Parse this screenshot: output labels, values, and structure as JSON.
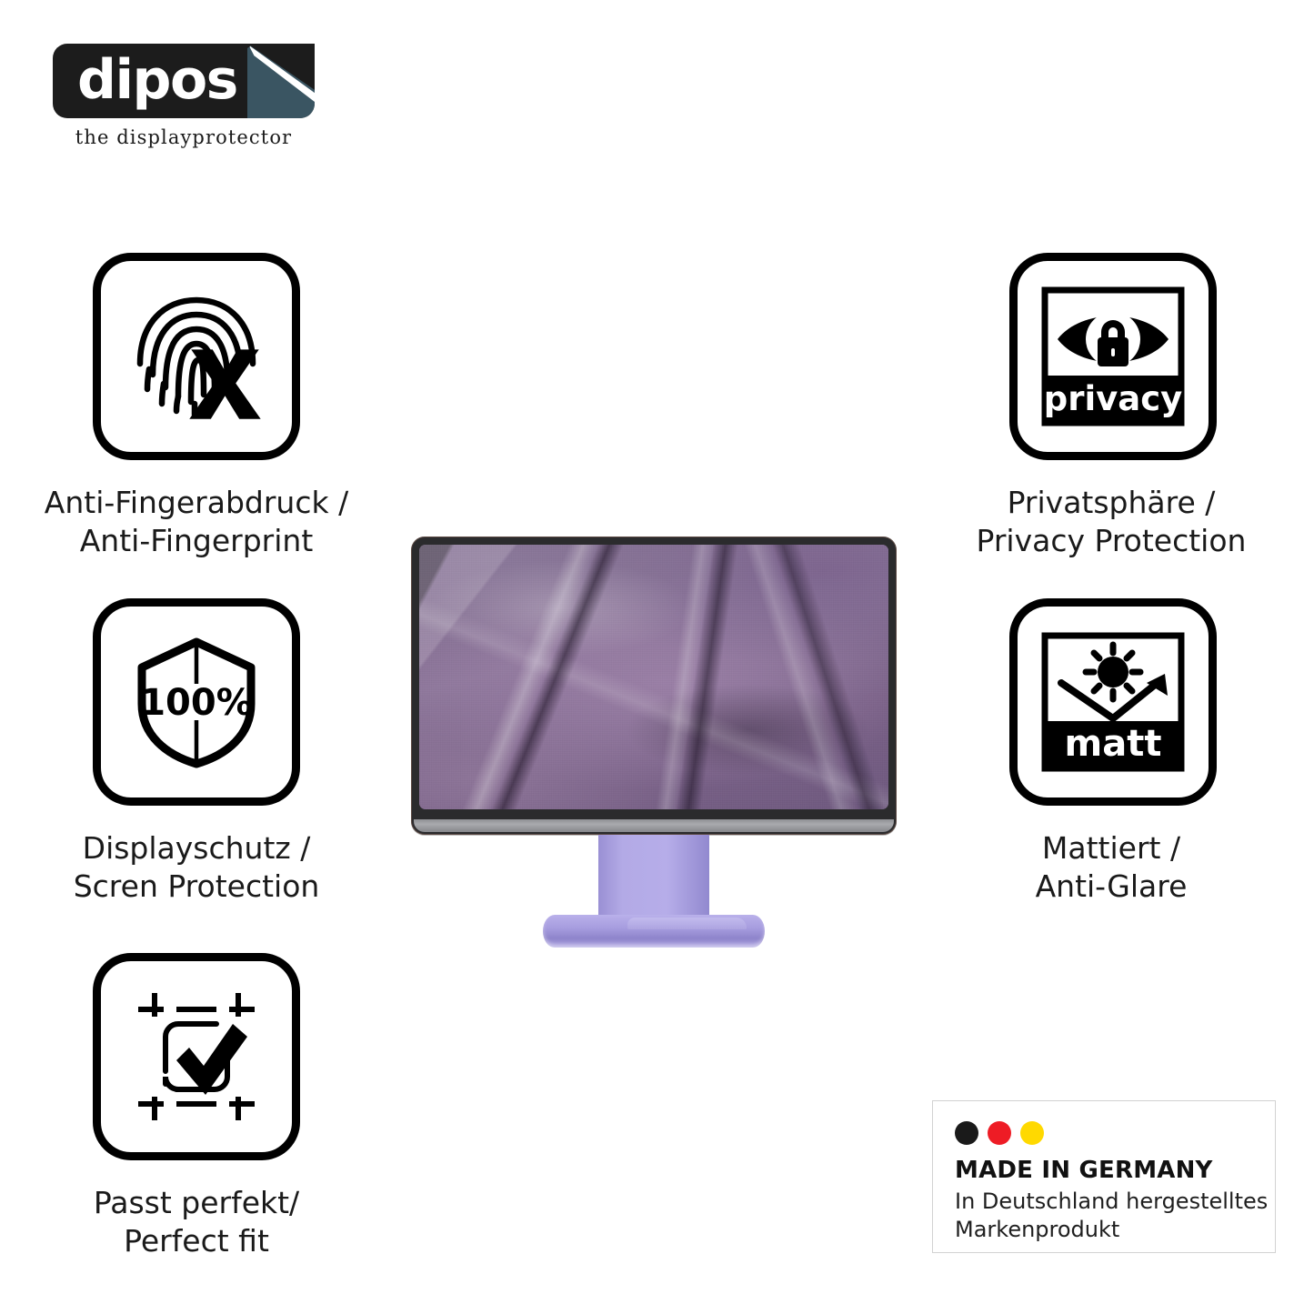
{
  "brand": {
    "logo_word": "dipos",
    "tagline": "the displayprotector",
    "logo_plate_color": "#1c1c1c",
    "logo_corner_color": "#3a5562"
  },
  "features": [
    {
      "id": "anti-fingerprint",
      "icon": "fingerprint-x-icon",
      "caption": "Anti-Fingerabdruck /\nAnti-Fingerprint"
    },
    {
      "id": "screen-protection",
      "icon": "shield-100-icon",
      "caption": "Displayschutz /\nScren Protection",
      "shield_label": "100%"
    },
    {
      "id": "perfect-fit",
      "icon": "checkmark-frame-icon",
      "caption": "Passt perfekt/\nPerfect fit"
    },
    {
      "id": "privacy-protection",
      "icon": "privacy-eye-lock-icon",
      "caption": "Privatsphäre /\nPrivacy Protection",
      "badge_label": "privacy"
    },
    {
      "id": "anti-glare",
      "icon": "matt-sun-reflect-icon",
      "caption": "Mattiert /\nAnti-Glare",
      "badge_label": "matt"
    }
  ],
  "product": {
    "device": "desktop-monitor",
    "bezel_color": "#2b2b2d",
    "chin_color": "#a9aaae",
    "stand_color": "#b0a7e3",
    "wallpaper": "purple-paint-texture"
  },
  "germany_badge": {
    "title": "MADE IN GERMANY",
    "subtitle": "In Deutschland hergestelltes\nMarkenprodukt",
    "flag_colors": [
      "#1a1a1a",
      "#ee1c25",
      "#ffd900"
    ]
  }
}
